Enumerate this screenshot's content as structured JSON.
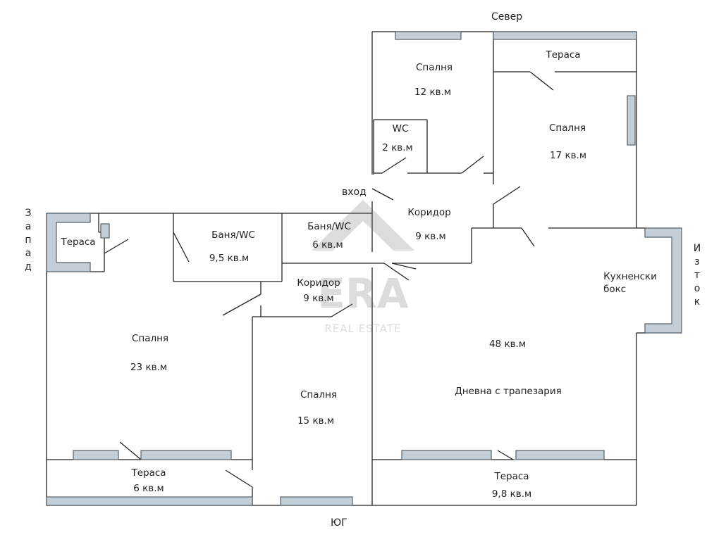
{
  "compass": {
    "north": "Север",
    "south": "ЮГ",
    "west": "Запад",
    "east": "Изток"
  },
  "entrance": "вход",
  "rooms": {
    "bedroom_n": {
      "name": "Спалня",
      "area": "12 кв.м"
    },
    "wc": {
      "name": "WC",
      "area": "2 кв.м"
    },
    "terrace_ne": {
      "name": "Тераса"
    },
    "bedroom_e": {
      "name": "Спалня",
      "area": "17 кв.м"
    },
    "corridor_n": {
      "name": "Коридор",
      "area": "9 кв.м"
    },
    "bath_left": {
      "name": "Баня/WC",
      "area": "9,5 кв.м"
    },
    "bath_mid": {
      "name": "Баня/WC",
      "area": "6 кв.м"
    },
    "terrace_w": {
      "name": "Тераса"
    },
    "corridor_s": {
      "name": "Коридор",
      "area": "9 кв.м"
    },
    "kitchen": {
      "name": "Кухненски\nбокс"
    },
    "bedroom_w": {
      "name": "Спалня",
      "area": "23 кв.м"
    },
    "living": {
      "name": "Дневна с трапезария",
      "area": "48 кв.м"
    },
    "bedroom_s": {
      "name": "Спалня",
      "area": "15 кв.м"
    },
    "terrace_sw": {
      "name": "Тераса",
      "area": "6 кв.м"
    },
    "terrace_se": {
      "name": "Тераса",
      "area": "9,8 кв.м"
    }
  },
  "watermark": {
    "brand": "ERA",
    "sub": "REAL ESTATE"
  },
  "colors": {
    "wall": "#222222",
    "window_fill": "#c4ced6",
    "window_stroke": "#55606a"
  }
}
